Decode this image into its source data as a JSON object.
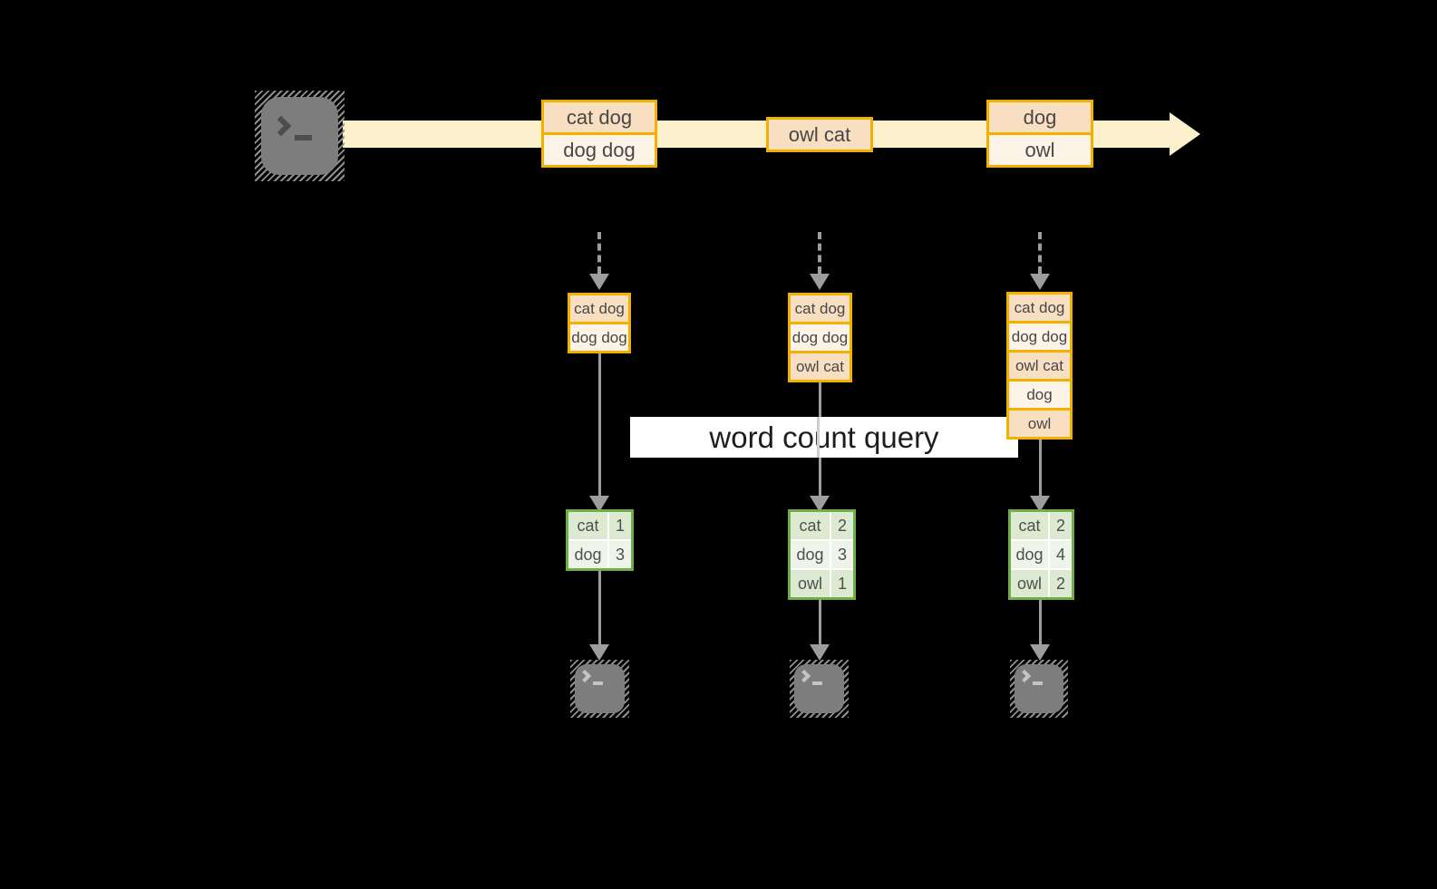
{
  "colors": {
    "background": "#000000",
    "accent_orange": "#f2b100",
    "peach_fill": "#f8dfc2",
    "cream_fill": "#fdf3e6",
    "timeline_cream": "#fcf0cd",
    "green_border": "#6fae4a",
    "green_fill": "#dcead2",
    "green_fill_light": "#eef4ea",
    "arrow_gray": "#9d9d9d",
    "terminal_gray": "#7d7d7d",
    "query_box_bg": "#ffffff"
  },
  "source": {
    "icon": "terminal-prompt-icon"
  },
  "timeline": {
    "events": [
      {
        "lines": [
          "cat dog",
          "dog dog"
        ]
      },
      {
        "lines": [
          "owl cat"
        ]
      },
      {
        "lines": [
          "dog",
          "owl"
        ]
      }
    ]
  },
  "batches": [
    {
      "lines": [
        "cat dog",
        "dog dog"
      ]
    },
    {
      "lines": [
        "cat dog",
        "dog dog",
        "owl cat"
      ]
    },
    {
      "lines": [
        "cat dog",
        "dog dog",
        "owl cat",
        "dog",
        "owl"
      ]
    }
  ],
  "query": {
    "label": "word count query"
  },
  "results": [
    {
      "rows": [
        [
          "cat",
          "1"
        ],
        [
          "dog",
          "3"
        ]
      ]
    },
    {
      "rows": [
        [
          "cat",
          "2"
        ],
        [
          "dog",
          "3"
        ],
        [
          "owl",
          "1"
        ]
      ]
    },
    {
      "rows": [
        [
          "cat",
          "2"
        ],
        [
          "dog",
          "4"
        ],
        [
          "owl",
          "2"
        ]
      ]
    }
  ],
  "sinks": [
    {
      "icon": "terminal-prompt-icon"
    },
    {
      "icon": "terminal-prompt-icon"
    },
    {
      "icon": "terminal-prompt-icon"
    }
  ]
}
